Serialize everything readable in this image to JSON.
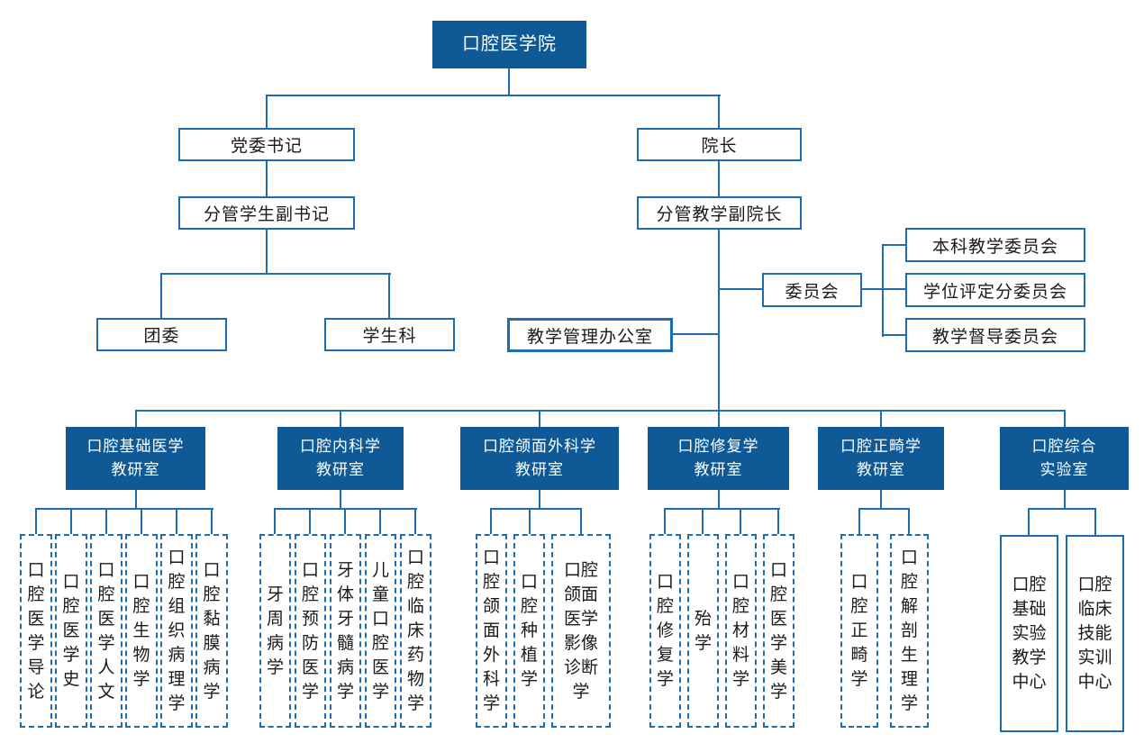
{
  "org": {
    "root": "口腔医学院",
    "party": {
      "secretary": "党委书记",
      "vice_secretary": "分管学生副书记",
      "youth_league": "团委",
      "student_office": "学生科"
    },
    "admin": {
      "dean": "院长",
      "vice_dean": "分管教学副院长",
      "teaching_office": "教学管理办公室",
      "committee_hub": "委员会",
      "committees": [
        "本科教学委员会",
        "学位评定分委员会",
        "教学督导委员会"
      ]
    },
    "departments": [
      {
        "line1": "口腔基础医学",
        "line2": "教研室",
        "courses": [
          "口腔医学导论",
          "口腔医学史",
          "口腔医学人文",
          "口腔生物学",
          "口腔组织病理学",
          "口腔黏膜病学"
        ]
      },
      {
        "line1": "口腔内科学",
        "line2": "教研室",
        "courses": [
          "牙周病学",
          "口腔预防医学",
          "牙体牙髓病学",
          "儿童口腔医学",
          "口腔临床药物学"
        ]
      },
      {
        "line1": "口腔颌面外科学",
        "line2": "教研室",
        "courses": [
          "口腔颌面外科学",
          "口腔种植学",
          "口腔颌面医学影像诊断学"
        ]
      },
      {
        "line1": "口腔修复学",
        "line2": "教研室",
        "courses": [
          "口腔修复学",
          "殆学",
          "口腔材料学",
          "口腔医学美学"
        ]
      },
      {
        "line1": "口腔正畸学",
        "line2": "教研室",
        "courses": [
          "口腔正畸学",
          "口腔解剖生理学"
        ]
      },
      {
        "line1": "口腔综合",
        "line2": "实验室",
        "courses": [
          "口腔基础实验教学中心",
          "口腔临床技能实训中心"
        ]
      }
    ],
    "colors": {
      "box_fill": "#0f5a96",
      "line": "#1e6cb2"
    }
  }
}
